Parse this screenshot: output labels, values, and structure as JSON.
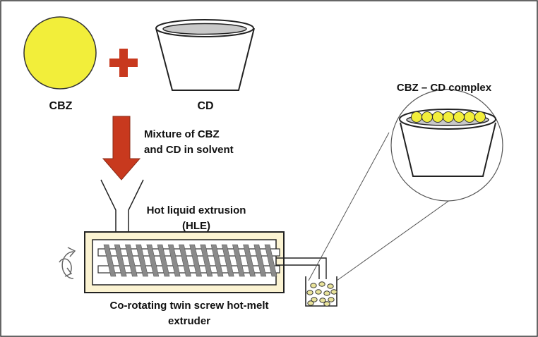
{
  "labels": {
    "cbz": "CBZ",
    "cd": "CD",
    "mixture_line1": "Mixture of CBZ",
    "mixture_line2": "and CD in solvent",
    "hle_line1": "Hot liquid extrusion",
    "hle_line2": "(HLE)",
    "extruder_line1": "Co-rotating twin screw hot-melt",
    "extruder_line2": "extruder",
    "complex": "CBZ – CD complex"
  },
  "colors": {
    "cbz_fill": "#f2ee3a",
    "arrow_red": "#c8391e",
    "barrel_fill": "#fbf3d2",
    "screw_gray": "#8a8a8a",
    "cd_inner": "#c9c9c9",
    "pellet_fill": "#e9e39a",
    "outline": "#222222"
  },
  "icons": {
    "plus": "plus-icon",
    "down_arrow": "down-arrow-icon",
    "rotation": "rotation-arrows-icon"
  }
}
